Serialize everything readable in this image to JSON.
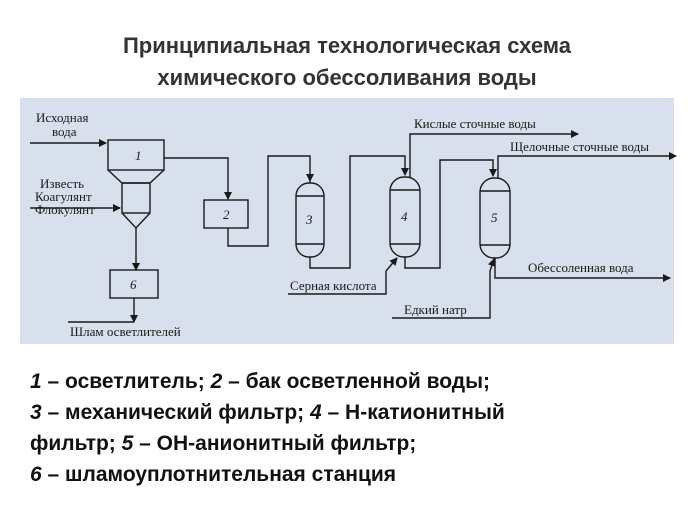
{
  "title": {
    "line1": "Принципиальная технологическая схема",
    "line2": "химического обессоливания воды"
  },
  "diagram": {
    "inputs": {
      "source_water_line1": "Исходная",
      "source_water_line2": "вода",
      "lime": "Известь",
      "coagulant": "Коагулянт",
      "flocculant": "Флокулянт"
    },
    "units": {
      "u1": "1",
      "u2": "2",
      "u3": "3",
      "u4": "4",
      "u5": "5",
      "u6": "6"
    },
    "streams": {
      "acid_waste": "Кислые сточные воды",
      "alkaline_waste": "Щелочные сточные воды",
      "sulfuric_acid": "Серная кислота",
      "caustic_soda": "Едкий натр",
      "desalted_water": "Обессоленная вода",
      "sludge": "Шлам осветлителей"
    }
  },
  "legend": {
    "l1_n1": "1",
    "l1_t1": " – осветлитель; ",
    "l1_n2": "2",
    "l1_t2": " – бак осветленной воды;",
    "l2_n1": "3",
    "l2_t1": " – механический фильтр; ",
    "l2_n2": "4",
    "l2_t2": " – Н-катионитный",
    "l3_t0": "фильтр; ",
    "l3_n1": "5",
    "l3_t1": " – ОН-анионитный фильтр;",
    "l4_n1": "6",
    "l4_t1": " – шламоуплотнительная станция"
  },
  "colors": {
    "background": "#ffffff",
    "scan_background": "#d7e0ec",
    "lines": "#1a1a1a"
  }
}
